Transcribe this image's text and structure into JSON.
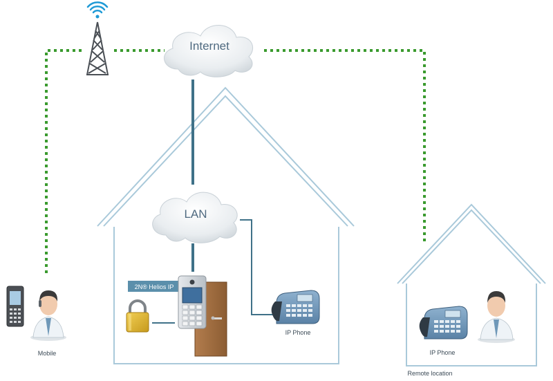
{
  "clouds": {
    "internet": "Internet",
    "lan": "LAN"
  },
  "device_label": "2N® Helios IP",
  "labels": {
    "mobile": "Mobile",
    "ip_phone_main": "IP Phone",
    "ip_phone_remote": "IP Phone",
    "remote_location": "Remote location"
  },
  "colors": {
    "wifi_link": "#3a9a2e",
    "wired_link": "#3f7188",
    "house_outline": "#a9c9da",
    "cloud_text": "#4f6a80",
    "label_bg": "#5b8fab",
    "door": "#a87347"
  },
  "icons": [
    "cell-tower-icon",
    "wifi-signal-icon",
    "lock-icon",
    "intercom-icon",
    "door-icon",
    "desk-phone-icon",
    "person-icon",
    "mobile-phone-icon",
    "cloud-icon"
  ]
}
